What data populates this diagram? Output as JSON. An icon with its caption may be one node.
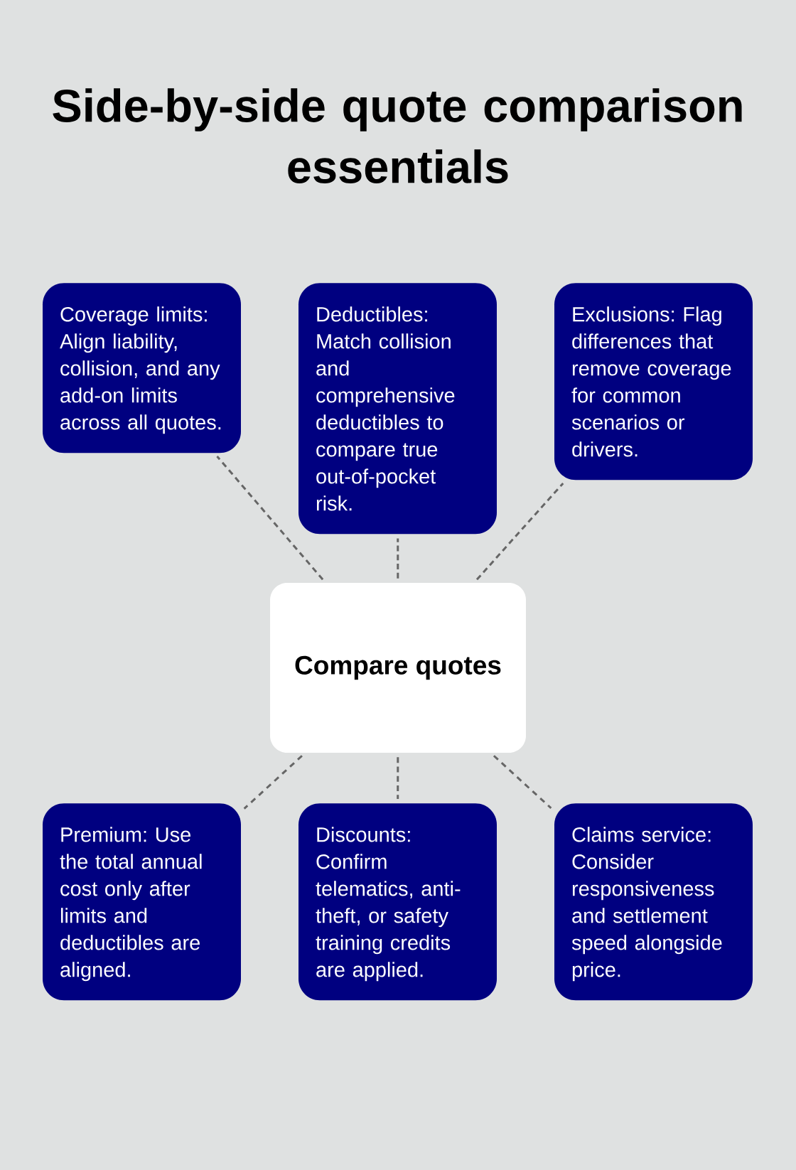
{
  "diagram": {
    "title": "Side-by-side quote comparison essentials",
    "nodes": [
      {
        "text": [
          "Coverage limits: Align liability, collision, and any add-on limits across all quotes."
        ]
      },
      {
        "text": [
          "Deductibles: Match collision and comprehensive deductibles to compare true out-of-pocket risk."
        ]
      },
      {
        "text": [
          "Exclusions: Flag differences that remove coverage for common scenarios or drivers."
        ]
      },
      {
        "text": [
          "Compare quotes"
        ]
      },
      {
        "text": [
          "Premium: Use the total annual cost only after limits and deductibles are aligned."
        ]
      },
      {
        "text": [
          "Discounts: Confirm telematics, anti-theft, or safety training credits are applied."
        ]
      },
      {
        "text": [
          "Claims service: Consider responsiveness and settlement speed alongside price."
        ]
      }
    ],
    "edges": [
      {
        "from": 3,
        "to": 0,
        "arrow": "none",
        "style": "dashed"
      },
      {
        "from": 3,
        "to": 1,
        "arrow": "none",
        "style": "dashed"
      },
      {
        "from": 3,
        "to": 2,
        "arrow": "none",
        "style": "dashed"
      },
      {
        "from": 3,
        "to": 4,
        "arrow": "none",
        "style": "dashed"
      },
      {
        "from": 3,
        "to": 5,
        "arrow": "none",
        "style": "dashed"
      },
      {
        "from": 3,
        "to": 6,
        "arrow": "none",
        "style": "dashed"
      }
    ]
  }
}
